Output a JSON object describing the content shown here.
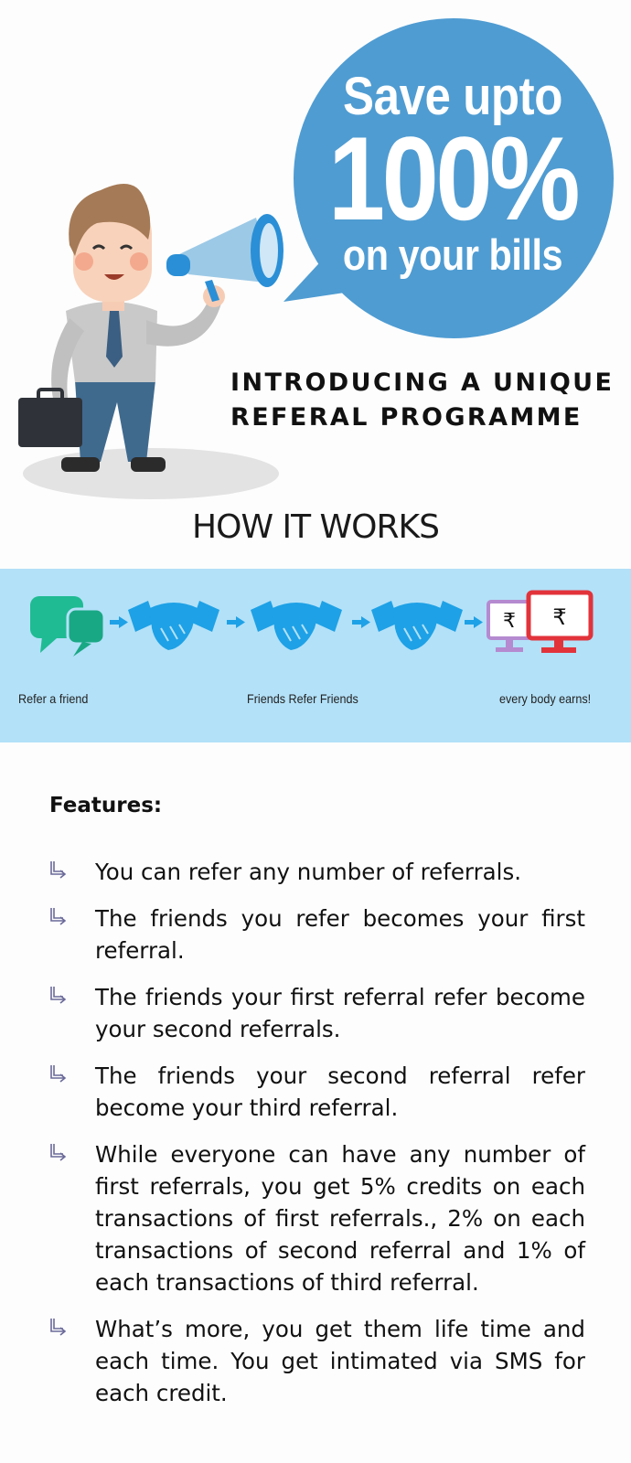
{
  "hero": {
    "bubble": {
      "line1": "Save upto",
      "line2": "100%",
      "line3": "on your bills"
    },
    "intro": {
      "line1": "INTRODUCING A UNIQUE",
      "line2": "REFERAL PROGRAMME"
    }
  },
  "how_it_works": {
    "title": "HOW IT WORKS",
    "steps": [
      {
        "label": "Refer a friend",
        "icon": "chat-bubbles-icon"
      },
      {
        "label": "Friends Refer Friends",
        "icon": "handshake-icon"
      },
      {
        "label": "every body earns!",
        "icon": "monitors-rupee-icon"
      }
    ],
    "rupee_symbol": "₹"
  },
  "features": {
    "title": "Features:",
    "bullet_icon": "hand-drawn-arrow-icon",
    "items": [
      "You can refer any number of referrals.",
      "The friends you refer becomes your first referral.",
      "The friends your first referral refer become your second referrals.",
      "The friends your second referral refer become your third referral.",
      "While everyone can have any number of first referrals, you get 5% credits on each transactions of first referrals., 2% on each transactions of second referral and 1% of each transactions of third referral.",
      "What’s more, you get them life time and each time. You get intimated via SMS for each credit."
    ]
  },
  "colors": {
    "bubble_blue": "#4f9cd2",
    "band_blue": "#b3e1f8",
    "handshake_blue": "#1ea1e6",
    "chat_green": "#1fbb93",
    "monitor_red": "#e2333b",
    "monitor_purple": "#b58ad0"
  }
}
